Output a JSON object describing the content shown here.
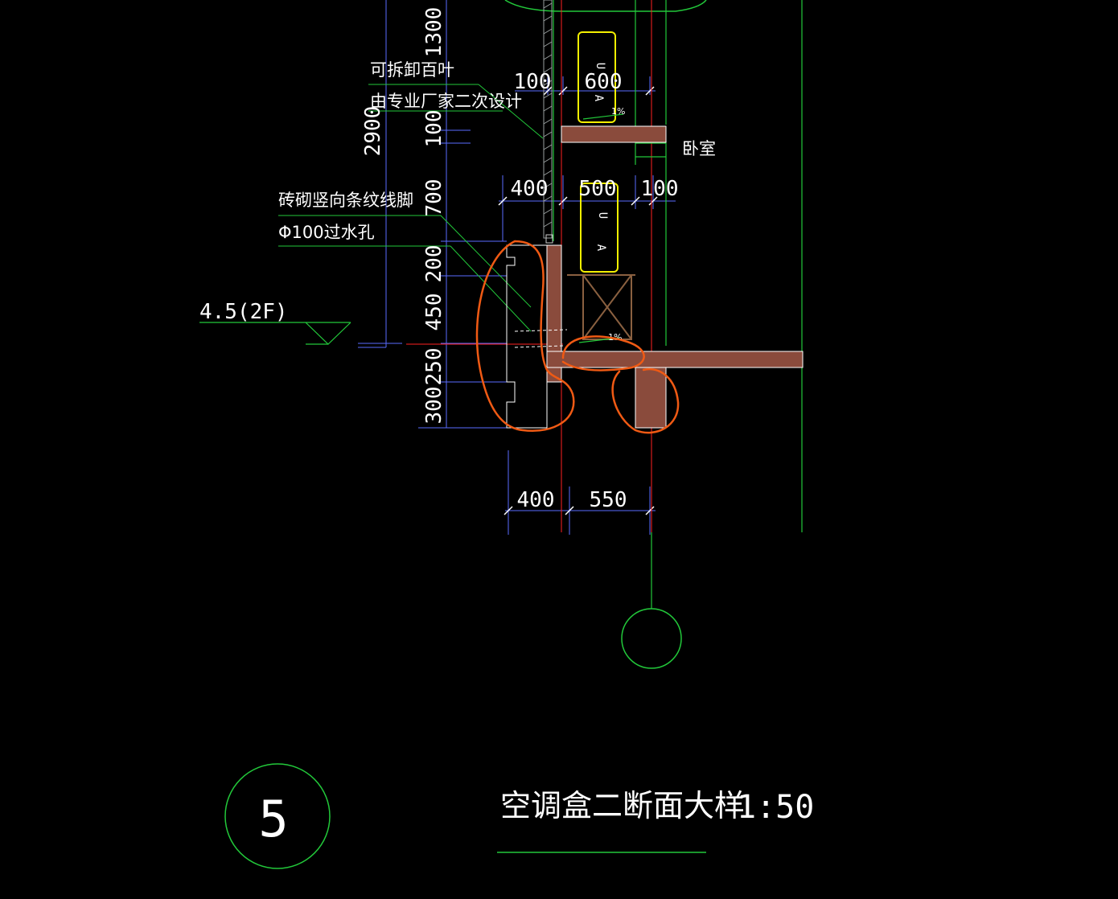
{
  "colors": {
    "background": "#000000",
    "green_line": "#22c83a",
    "blue_line": "#5a6cff",
    "red_line": "#ff2020",
    "wall_fill": "#8a4b3c",
    "yellow_outline": "#f4f000",
    "markup_orange": "#f05a14",
    "text": "#ffffff"
  },
  "annotations": {
    "louver_line1": "可拆卸百叶",
    "louver_line2": "由专业厂家二次设计",
    "brick_line1": "砖砌竖向条纹线脚",
    "brick_line2": "Φ100过水孔",
    "bedroom": "卧室",
    "slope_upper": "1%",
    "slope_lower": "1%",
    "ac_label_upper_1": "U",
    "ac_label_upper_2": "A",
    "ac_label_lower_1": "U",
    "ac_label_lower_2": "A"
  },
  "dimensions": {
    "v_1300": "1300",
    "v_2900": "2900",
    "v_100": "100",
    "v_700": "700",
    "v_200": "200",
    "v_450": "450",
    "v_250": "250",
    "v_300": "300",
    "h_100_upper": "100",
    "h_600": "600",
    "h_400_mid": "400",
    "h_500": "500",
    "h_100_mid": "100",
    "h_400_bottom": "400",
    "h_550": "550"
  },
  "level_mark": "4.5(2F)",
  "detail_number": "5",
  "title": "空调盒二断面大样",
  "scale": "1:50"
}
